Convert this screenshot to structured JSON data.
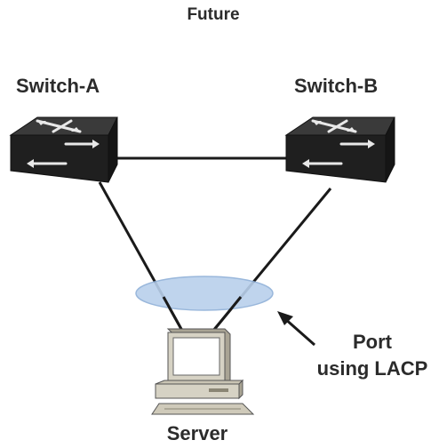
{
  "diagram": {
    "top_text": "Future",
    "nodes": {
      "switch_a": {
        "label": "Switch-A",
        "icon": "network-switch-icon"
      },
      "switch_b": {
        "label": "Switch-B",
        "icon": "network-switch-icon"
      },
      "server": {
        "label": "Server",
        "icon": "desktop-computer-icon"
      }
    },
    "annotation": {
      "line1": "Port",
      "line2": "using LACP",
      "icon": "arrow-icon"
    },
    "colors": {
      "link": "#1a1a1a",
      "switch_body": "#2a2a2a",
      "lacp_ellipse_fill": "#b9d0ec",
      "lacp_ellipse_stroke": "#8fb0d8",
      "server_body": "#d6d2c4"
    }
  }
}
